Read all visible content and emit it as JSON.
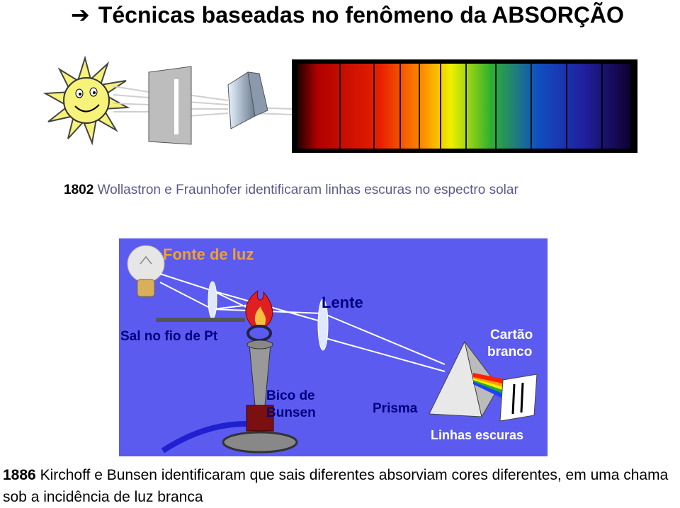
{
  "title": {
    "arrow_icon": "right-arrow-icon",
    "text": "Técnicas baseadas no fenômeno da ABSORÇÃO"
  },
  "caption1": {
    "year": "1802",
    "text": "Wollastron e Fraunhofer identificaram linhas escuras no espectro solar"
  },
  "diagram": {
    "labels": {
      "light_source": "Fonte de luz",
      "lens": "Lente",
      "salt": "Sal no fio de Pt",
      "white_card_line1": "Cartão",
      "white_card_line2": "branco",
      "burner_line1": "Bico de",
      "burner_line2": "Bunsen",
      "prism": "Prisma",
      "dark_lines": "Linhas escuras"
    },
    "colors": {
      "background": "#5b5bf0",
      "light_source_label": "#f0a030",
      "text_light": "#ffffff",
      "text_dark": "#000080"
    }
  },
  "caption2": {
    "year": "1886",
    "text": "Kirchoff e Bunsen identificaram que sais diferentes absorviam cores diferentes, em uma chama sob a incidência de luz branca"
  }
}
